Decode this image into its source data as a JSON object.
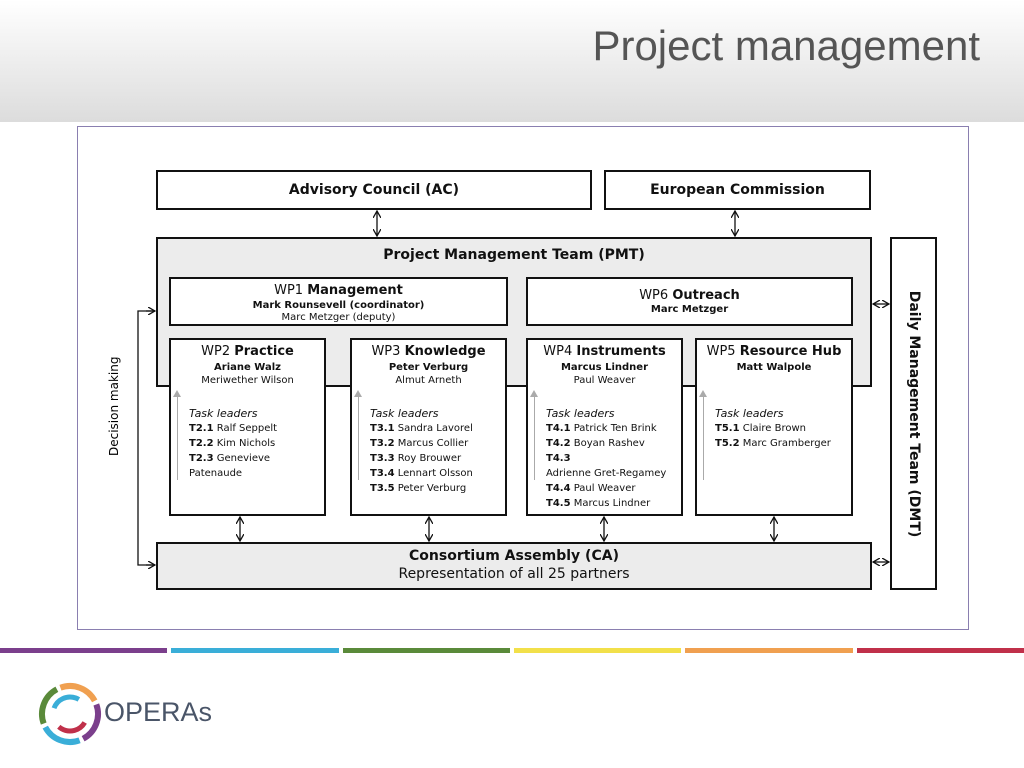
{
  "slide": {
    "title": "Project management"
  },
  "diagram": {
    "advisory": "Advisory Council (AC)",
    "commission": "European Commission",
    "pmt": "Project Management Team (PMT)",
    "wp1": {
      "num": "WP1 ",
      "name": "Management",
      "lead": "Mark Rounsevell (coordinator)",
      "deputy": "Marc Metzger (deputy)"
    },
    "wp6": {
      "num": "WP6 ",
      "name": "Outreach",
      "lead": "Marc Metzger"
    },
    "wp2": {
      "num": "WP2 ",
      "name": "Practice",
      "lead": "Ariane Walz",
      "deputy": "Meriwether Wilson",
      "task_header": "Task leaders",
      "tasks": [
        {
          "id": "T2.1",
          "name": " Ralf Seppelt"
        },
        {
          "id": "T2.2",
          "name": " Kim Nichols"
        },
        {
          "id": "T2.3",
          "name": " Genevieve Patenaude"
        }
      ]
    },
    "wp3": {
      "num": "WP3 ",
      "name": "Knowledge",
      "lead": "Peter Verburg",
      "deputy": "Almut Arneth",
      "task_header": "Task leaders",
      "tasks": [
        {
          "id": "T3.1",
          "name": " Sandra Lavorel"
        },
        {
          "id": "T3.2",
          "name": " Marcus Collier"
        },
        {
          "id": "T3.3",
          "name": " Roy Brouwer"
        },
        {
          "id": "T3.4",
          "name": " Lennart Olsson"
        },
        {
          "id": "T3.5",
          "name": " Peter Verburg"
        }
      ]
    },
    "wp4": {
      "num": "WP4 ",
      "name": "Instruments",
      "lead": "Marcus Lindner",
      "deputy": "Paul Weaver",
      "task_header": "Task leaders",
      "tasks": [
        {
          "id": "T4.1",
          "name": " Patrick Ten Brink"
        },
        {
          "id": "T4.2",
          "name": " Boyan Rashev"
        },
        {
          "id": "T4.3",
          "name": ""
        },
        {
          "id": "",
          "name": "Adrienne Gret-Regamey"
        },
        {
          "id": "T4.4",
          "name": " Paul Weaver"
        },
        {
          "id": "T4.5",
          "name": " Marcus Lindner"
        }
      ]
    },
    "wp5": {
      "num": "WP5 ",
      "name": "Resource Hub",
      "lead": "Matt Walpole",
      "task_header": "Task leaders",
      "tasks": [
        {
          "id": "T5.1",
          "name": " Claire Brown"
        },
        {
          "id": "T5.2",
          "name": " Marc Gramberger"
        }
      ]
    },
    "ca": {
      "title": "Consortium Assembly (CA)",
      "subtitle": "Representation of all 25 partners"
    },
    "dmt": "Daily Management Team (DMT)",
    "decision": "Decision making"
  },
  "footer": {
    "logo_text": "OPERAs",
    "bar_colors": [
      "#7b3f8c",
      "#3aaed8",
      "#5a8a3a",
      "#f2e04a",
      "#f0a050",
      "#c0304a"
    ]
  }
}
